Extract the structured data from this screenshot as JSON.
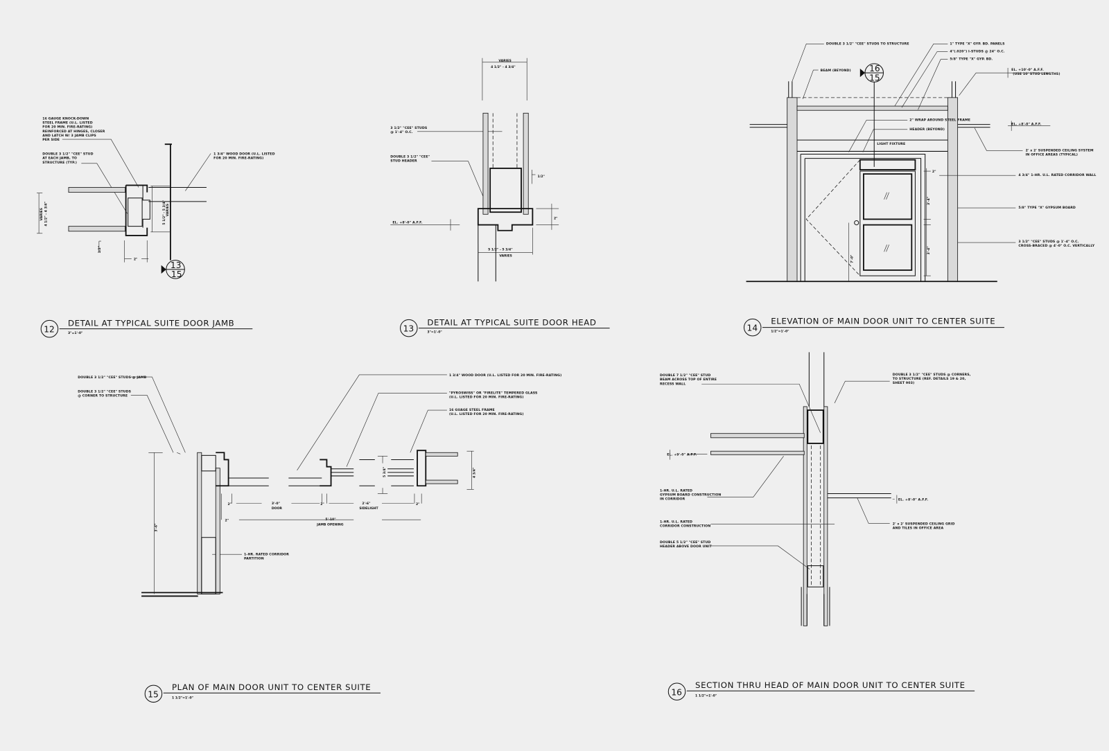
{
  "details": [
    {
      "number": "12",
      "title": "DETAIL AT TYPICAL SUITE DOOR JAMB",
      "scale": "3\"=1'-0\"",
      "notes": [
        [
          "16 GAUGE KNOCK-DOWN",
          "STEEL FRAME (U.L. LISTED",
          "FOR 20 MIN. FIRE-RATING)",
          "REINFORCED AT HINGES, CLOSER",
          "AND LATCH W/ 3 JAMB CLIPS",
          "PER SIDE"
        ],
        [
          "DOUBLE 3 1/2\" \"CEE\" STUD",
          "AT EACH JAMB, TO",
          "STRUCTURE (TYP.)"
        ],
        [
          "1 3/4\" WOOD DOOR (U.L. LISTED",
          "FOR 20 MIN. FIRE-RATING)"
        ]
      ],
      "dimensions": [
        "VARIES",
        "4 1/2\" - 4 3/4\"",
        "VARIES",
        "5 1/2\" - 5 3/4\"",
        "1/2\"",
        "2\""
      ],
      "reference_bubble": {
        "top": "13",
        "bottom": "15"
      }
    },
    {
      "number": "13",
      "title": "DETAIL AT TYPICAL SUITE DOOR HEAD",
      "scale": "3\"=1'-0\"",
      "notes": [
        [
          "3 1/2\" \"CEE\" STUDS",
          "@ 1'-4\" O.C."
        ],
        [
          "DOUBLE 3 1/2\" \"CEE\"",
          "STUD HEADER"
        ],
        [
          "EL. +8'-0\" A.F.F."
        ]
      ],
      "dimensions": [
        "VARIES",
        "4 1/2\" - 4 3/4\"",
        "1/2\"",
        "2\"",
        "5 1/2\" - 5 3/4\"",
        "VARIES"
      ]
    },
    {
      "number": "14",
      "title": "ELEVATION OF MAIN DOOR UNIT TO CENTER SUITE",
      "scale": "1/2\"=1'-0\"",
      "notes": [
        [
          "DOUBLE 3 1/2\" \"CEE\" STUDS TO STRUCTURE"
        ],
        [
          "1\" TYPE \"X\" GYP. BD. PANELS"
        ],
        [
          "4\"(.020\") I-STUDS @ 24\" O.C."
        ],
        [
          "5/8\" TYPE \"X\" GYP. BD."
        ],
        [
          "BEAM (BEYOND)"
        ],
        [
          "EL. +10'-0\" A.F.F.",
          "(USE 10' STUD LENGTHS)"
        ],
        [
          "2\" WRAP AROUND STEEL FRAME"
        ],
        [
          "HEADER (BEYOND)"
        ],
        [
          "LIGHT FIXTURE"
        ],
        [
          "EL. +8'-0\" A.F.F."
        ],
        [
          "2' x 2' SUSPENDED CEILING SYSTEM",
          "IN OFFICE AREAS (TYPICAL)"
        ],
        [
          "4 3/4\" 1-HR. U.L. RATED CORRIDOR WALL"
        ],
        [
          "5/8\" TYPE \"X\" GYPSUM BOARD"
        ],
        [
          "3 1/2\" \"CEE\" STUDS @ 1'-4\" O.C.",
          "CROSS-BRACED @ 4'-0\" O.C. VERTICALLY"
        ]
      ],
      "dimensions": [
        "2\"",
        "3'-4\"",
        "3'-4\"",
        "7'-0\""
      ],
      "reference_bubble": {
        "top": "16",
        "bottom": "15"
      }
    },
    {
      "number": "15",
      "title": "PLAN OF MAIN DOOR UNIT TO CENTER SUITE",
      "scale": "1 1/2\"=1'-0\"",
      "notes": [
        [
          "DOUBLE 3 1/2\" \"CEE\" STUDS @ JAMB"
        ],
        [
          "DOUBLE 3 1/2\" \"CEE\" STUDS",
          "@ CORNER TO STRUCTURE"
        ],
        [
          "1 3/4\" WOOD DOOR (U.L. LISTED FOR 20 MIN. FIRE-RATING)"
        ],
        [
          "\"PYROSWISS\" OR \"FIRELITE\" TEMPERED GLASS",
          "(U.L. LISTED FOR 20 MIN. FIRE-RATING)"
        ],
        [
          "16 GUAGE STEEL FRAME",
          "(U.L. LISTED FOR 20 MIN. FIRE-RATING)"
        ],
        [
          "1-HR. RATED CORRIDOR",
          "PARTITION"
        ]
      ],
      "dimensions": [
        "2\"",
        "3'-0\"",
        "DOOR",
        "2\"",
        "2'-6\"",
        "SIDELIGHT",
        "2\"",
        "2\"",
        "5'-10\"",
        "JAMB OPENING",
        "5 3/4\"",
        "4 3/4\"",
        "3'-6\""
      ]
    },
    {
      "number": "16",
      "title": "SECTION THRU HEAD OF MAIN DOOR UNIT TO CENTER SUITE",
      "scale": "1 1/2\"=1'-0\"",
      "notes": [
        [
          "DOUBLE 7 1/2\" \"CEE\" STUD",
          "BEAM ACROSS TOP OF ENTIRE",
          "RECESS WALL"
        ],
        [
          "DOUBLE 3 1/2\" \"CEE\" STUDS @ CORNERS,",
          "TO STRUCTURE (REF. DETAILS 19 & 20,",
          "SHEET 903)"
        ],
        [
          "EL. +9'-0\" A.F.F."
        ],
        [
          "1-HR. U.L. RATED",
          "GYPSUM BOARD CONSTRUCTION",
          "IN CORRIDOR"
        ],
        [
          "EL. +8'-0\" A.F.F."
        ],
        [
          "1-HR. U.L. RATED",
          "CORRIDOR CONSTRUCTION"
        ],
        [
          "2' x 2' SUSPENDED CEILING GRID",
          "AND TILES IN OFFICE AREA"
        ],
        [
          "DOUBLE 5 1/2\" \"CEE\" STUD",
          "HEADER ABOVE DOOR UNIT"
        ]
      ]
    }
  ]
}
